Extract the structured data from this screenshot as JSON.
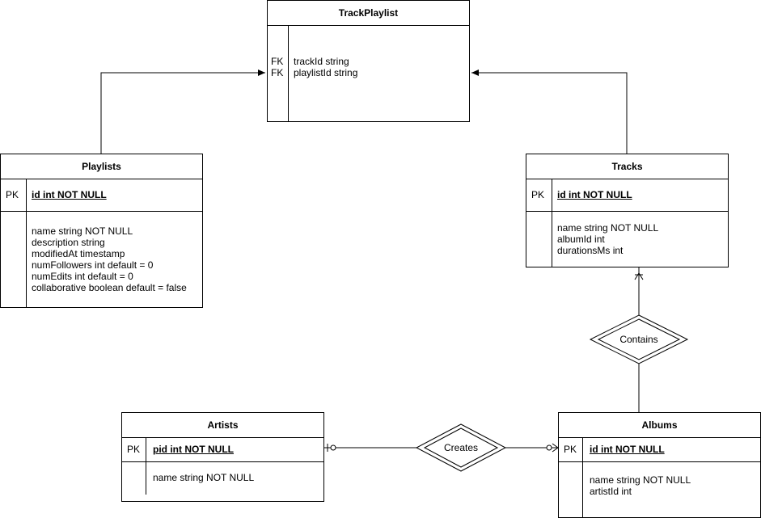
{
  "entities": {
    "track_playlist": {
      "title": "TrackPlaylist",
      "keys": [
        "FK",
        "FK"
      ],
      "fields": [
        "trackId string",
        "playlistId string"
      ]
    },
    "playlists": {
      "title": "Playlists",
      "pk_label": "PK",
      "pk_field": "id int NOT NULL",
      "fields": [
        "name string NOT NULL",
        "description string",
        "modifiedAt timestamp",
        "numFollowers int default = 0",
        "numEdits int default = 0",
        "collaborative boolean default = false"
      ]
    },
    "tracks": {
      "title": "Tracks",
      "pk_label": "PK",
      "pk_field": "id int NOT NULL",
      "fields": [
        "name string NOT NULL",
        "albumId int",
        "durationsMs int"
      ]
    },
    "artists": {
      "title": "Artists",
      "pk_label": "PK",
      "pk_field": "pid int NOT NULL",
      "fields": [
        "name string NOT NULL"
      ]
    },
    "albums": {
      "title": "Albums",
      "pk_label": "PK",
      "pk_field": "id int NOT NULL",
      "fields": [
        "name string NOT NULL",
        "artistId int"
      ]
    }
  },
  "relationships": {
    "contains": "Contains",
    "creates": "Creates"
  }
}
